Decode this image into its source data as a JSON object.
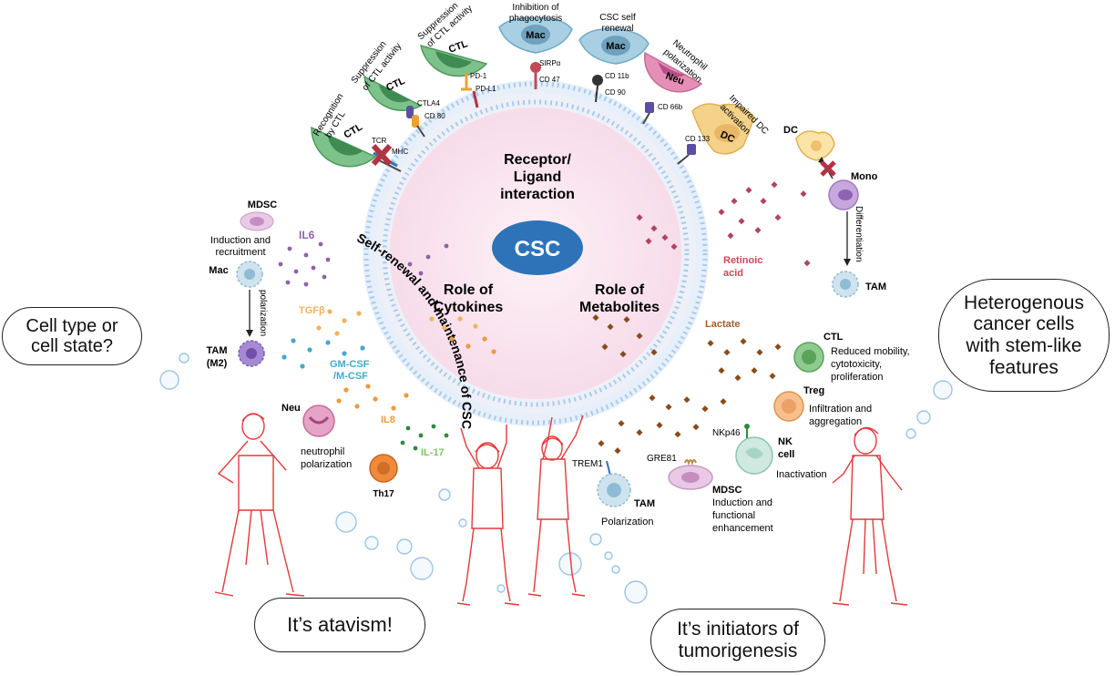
{
  "center": {
    "core_label": "CSC",
    "receptor_title": "Receptor/ Ligand interaction",
    "receptor_line1": "Receptor/",
    "receptor_line2": "Ligand",
    "receptor_line3": "interaction",
    "cytokines_line1": "Role of",
    "cytokines_line2": "Cytokines",
    "metabolites_line1": "Role of",
    "metabolites_line2": "Metabolites",
    "arc_text": "Self-renewal and maintenance of CSC"
  },
  "receptor_cells": {
    "ctl1": {
      "label": "CTL",
      "caption1": "Recognition",
      "caption2": "by CTL",
      "receptor": "TCR",
      "ligand": "MHC"
    },
    "ctl2": {
      "label": "CTL",
      "caption1": "Suppression",
      "caption2": "of CTL activity",
      "receptor": "CTLA4",
      "ligand": "CD 80"
    },
    "ctl3": {
      "label": "CTL",
      "caption1": "Suppression",
      "caption2": "of CTL activity",
      "receptor": "PD-1",
      "ligand": "PD-L1"
    },
    "mac1": {
      "label": "Mac",
      "caption1": "Inhibition of",
      "caption2": "phagocytosis",
      "receptor": "SIRPα",
      "ligand": "CD 47"
    },
    "mac2": {
      "label": "Mac",
      "caption1": "CSC self",
      "caption2": "renewal",
      "receptor": "CD 11b",
      "ligand": "CD 90"
    },
    "neu": {
      "label": "Neu",
      "caption1": "Neutrophil",
      "caption2": "polarization",
      "ligand": "CD 66b"
    },
    "dc": {
      "label": "DC",
      "caption1": "Impaired DC",
      "caption2": "activation",
      "ligand": "CD 133"
    }
  },
  "left": {
    "mdsc": "MDSC",
    "induction1": "Induction and",
    "induction2": "recruitment",
    "mac": "Mac",
    "polarization": "polarization",
    "tam1": "TAM",
    "tam2": "(M2)",
    "il6": "IL6",
    "tgfb": "TGFβ",
    "gmcsf1": "GM-CSF",
    "gmcsf2": "/M-CSF",
    "neu": "Neu",
    "il8": "IL8",
    "neu_pol1": "neutrophil",
    "neu_pol2": "polarization",
    "il17": "IL-17",
    "th17": "Th17"
  },
  "right": {
    "dc": "DC",
    "mono": "Mono",
    "differentiation": "Differentiation",
    "tam": "TAM",
    "retinoic1": "Retinoic",
    "retinoic2": "acid",
    "lactate": "Lactate",
    "ctl": "CTL",
    "ctl_d1": "Reduced mobility,",
    "ctl_d2": "cytotoxicity,",
    "ctl_d3": "proliferation",
    "treg": "Treg",
    "treg_d1": "Infiltration and",
    "treg_d2": "aggregation",
    "nkp46": "NKp46",
    "nk1": "NK",
    "nk2": "cell",
    "inactivation": "Inactivation",
    "gre81": "GRE81",
    "mdsc": "MDSC",
    "mdsc_d1": "Induction and",
    "mdsc_d2": "functional",
    "mdsc_d3": "enhancement",
    "trem1": "TREM1",
    "tam_pol": "Polarization"
  },
  "bubbles": {
    "cell_type1": "Cell type or",
    "cell_type2": "cell state?",
    "atavism": "It’s atavism!",
    "initiators1": "It’s initiators of",
    "initiators2": "tumorigenesis",
    "hetero1": "Heterogenous",
    "hetero2": "cancer cells",
    "hetero3": "with stem-like",
    "hetero4": "features"
  },
  "colors": {
    "ctl": "#7cc28a",
    "mac": "#a9cfe3",
    "neu": "#e58fb7",
    "dc": "#f5d28a",
    "csc": "#2e73b8",
    "membrane": "#9fc6ea",
    "inner_fill": "#fbe9f1",
    "il6": "#8f62a8",
    "tgfb": "#f1b35a",
    "gmcsf": "#43a9c9",
    "il8": "#ef9a3a",
    "il17": "#2e8a3c",
    "retinoic": "#b0455e",
    "lactate": "#8a4b1c",
    "person": "#e23a3a"
  }
}
